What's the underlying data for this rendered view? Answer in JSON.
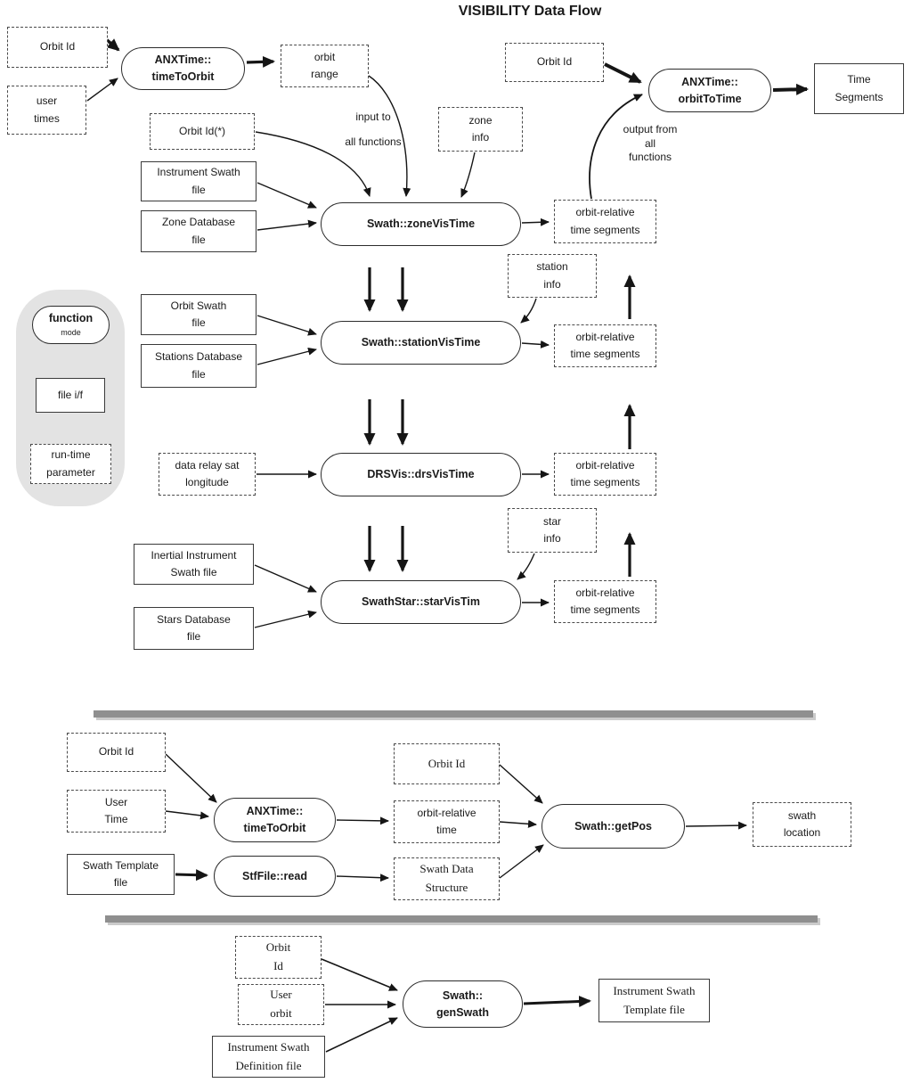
{
  "title": "VISIBILITY Data Flow",
  "legend": {
    "function_mode": {
      "lines": [
        "function",
        "mode"
      ]
    },
    "file_if": {
      "lines": [
        "file i/f"
      ]
    },
    "run_time": {
      "lines": [
        "run-time",
        "parameter"
      ]
    }
  },
  "notes": {
    "input_note": {
      "lines": [
        "input to",
        "all functions"
      ]
    },
    "output_note": {
      "lines": [
        "output from",
        "all",
        "functions"
      ]
    }
  },
  "top": {
    "orbit_id_tl": {
      "lines": [
        "Orbit Id"
      ]
    },
    "user_times": {
      "lines": [
        "user",
        "times"
      ]
    },
    "fn_time_to_orbit_1": {
      "lines": [
        "ANXTime::",
        "timeToOrbit"
      ]
    },
    "orbit_range": {
      "lines": [
        "orbit",
        "range"
      ]
    },
    "orbit_id_star": {
      "lines": [
        "Orbit Id(*)"
      ]
    },
    "zone_info": {
      "lines": [
        "zone",
        "info"
      ]
    },
    "orbit_id_tr": {
      "lines": [
        "Orbit Id"
      ]
    },
    "fn_orbit_to_time": {
      "lines": [
        "ANXTime::",
        "orbitToTime"
      ]
    },
    "time_segments": {
      "lines": [
        "Time",
        "Segments"
      ]
    },
    "instrument_swath_file": {
      "lines": [
        "Instrument Swath",
        "file"
      ]
    },
    "zone_database_file": {
      "lines": [
        "Zone Database",
        "file"
      ]
    },
    "fn_zone_vis_time": {
      "lines": [
        "Swath::zoneVisTime"
      ]
    },
    "orbit_rel_1": {
      "lines": [
        "orbit-relative",
        "time segments"
      ]
    },
    "station_info": {
      "lines": [
        "station",
        "info"
      ]
    },
    "orbit_swath_file": {
      "lines": [
        "Orbit Swath",
        "file"
      ]
    },
    "stations_database_file": {
      "lines": [
        "Stations Database",
        "file"
      ]
    },
    "fn_station_vis_time": {
      "lines": [
        "Swath::stationVisTime"
      ]
    },
    "orbit_rel_2": {
      "lines": [
        "orbit-relative",
        "time segments"
      ]
    },
    "data_relay": {
      "lines": [
        "data relay sat",
        "longitude"
      ]
    },
    "fn_drs_vis_time": {
      "lines": [
        "DRSVis::drsVisTime"
      ]
    },
    "orbit_rel_3": {
      "lines": [
        "orbit-relative",
        "time segments"
      ]
    },
    "star_info": {
      "lines": [
        "star",
        "info"
      ]
    },
    "inertial_swath_file": {
      "lines": [
        "Inertial Instrument",
        "Swath file"
      ]
    },
    "stars_database_file": {
      "lines": [
        "Stars Database",
        "file"
      ]
    },
    "fn_star_vis_time": {
      "lines": [
        "SwathStar::starVisTim"
      ]
    },
    "orbit_rel_4": {
      "lines": [
        "orbit-relative",
        "time segments"
      ]
    }
  },
  "middle": {
    "orbit_id_m1": {
      "lines": [
        "Orbit Id"
      ]
    },
    "user_time": {
      "lines": [
        "User",
        "Time"
      ]
    },
    "fn_time_to_orbit_2": {
      "lines": [
        "ANXTime::",
        "timeToOrbit"
      ]
    },
    "swath_template_file": {
      "lines": [
        "Swath Template",
        "file"
      ]
    },
    "fn_stf_read": {
      "lines": [
        "StfFile::read"
      ]
    },
    "orbit_id_m2": {
      "lines": [
        "Orbit Id"
      ]
    },
    "orbit_rel_time": {
      "lines": [
        "orbit-relative",
        "time"
      ]
    },
    "swath_data_structure": {
      "lines": [
        "Swath Data",
        "Structure"
      ]
    },
    "fn_get_pos": {
      "lines": [
        "Swath::getPos"
      ]
    },
    "swath_location": {
      "lines": [
        "swath",
        "location"
      ]
    }
  },
  "bottom": {
    "orbit_id_b": {
      "lines": [
        "Orbit",
        "Id"
      ]
    },
    "user_orbit": {
      "lines": [
        "User",
        "orbit"
      ]
    },
    "instr_swath_def_file": {
      "lines": [
        "Instrument Swath",
        "Definition file"
      ]
    },
    "fn_gen_swath": {
      "lines": [
        "Swath::",
        "genSwath"
      ]
    },
    "instr_swath_tmpl_file": {
      "lines": [
        "Instrument Swath",
        "Template file"
      ]
    }
  }
}
